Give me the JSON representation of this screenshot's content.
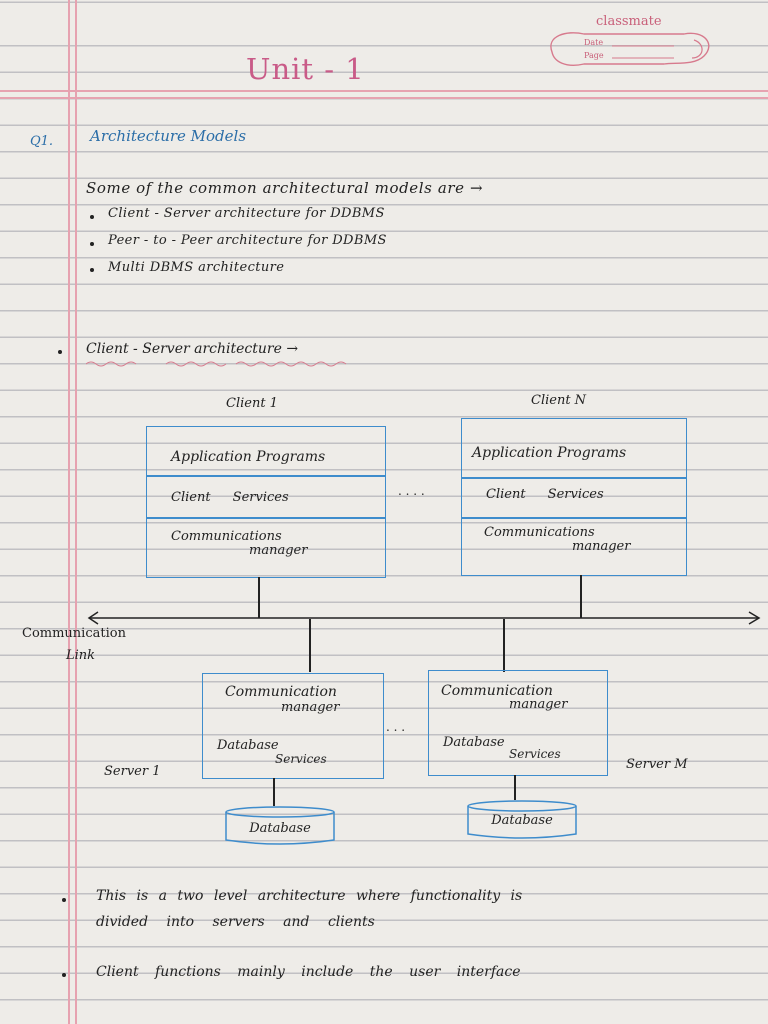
{
  "brand": "classmate",
  "stamp": {
    "date_label": "Date",
    "page_label": "Page"
  },
  "title": "Unit - 1",
  "question": {
    "number": "Q1.",
    "heading": "Architecture Models"
  },
  "intro": "Some of the common architectural models are →",
  "models": [
    "Client - Server architecture for DDBMS",
    "Peer - to - Peer architecture for DDBMS",
    "Multi DBMS architecture"
  ],
  "section_heading": "Client - Server architecture →",
  "diagram": {
    "clients": [
      {
        "name": "Client 1",
        "app": "Application Programs",
        "services": "Client Services",
        "comm_line1": "Communications",
        "comm_line2": "manager"
      },
      {
        "name": "Client N",
        "app": "Application Programs",
        "services": "Client Services",
        "comm_line1": "Communications",
        "comm_line2": "manager"
      }
    ],
    "client_gap": ". . . .",
    "link_label_line1": "Communication",
    "link_label_line2": "Link",
    "servers": [
      {
        "name": "Server 1",
        "comm_line1": "Communication",
        "comm_line2": "manager",
        "db_line1": "Database",
        "db_line2": "Services",
        "database": "Database"
      },
      {
        "name": "Server M",
        "comm_line1": "Communication",
        "comm_line2": "manager",
        "db_line1": "Database",
        "db_line2": "Services",
        "database": "Database"
      }
    ],
    "server_gap": ". . ."
  },
  "notes": [
    {
      "line1": "This is a two level architecture where functionality is",
      "line2": "divided into servers and clients"
    },
    {
      "line1": "Client functions mainly include the user interface"
    }
  ],
  "colors": {
    "margin": "#e6a2b0",
    "heading_blue": "#2b6ea8",
    "title_pink": "#c95b88",
    "box_blue": "#3e8ccc"
  }
}
